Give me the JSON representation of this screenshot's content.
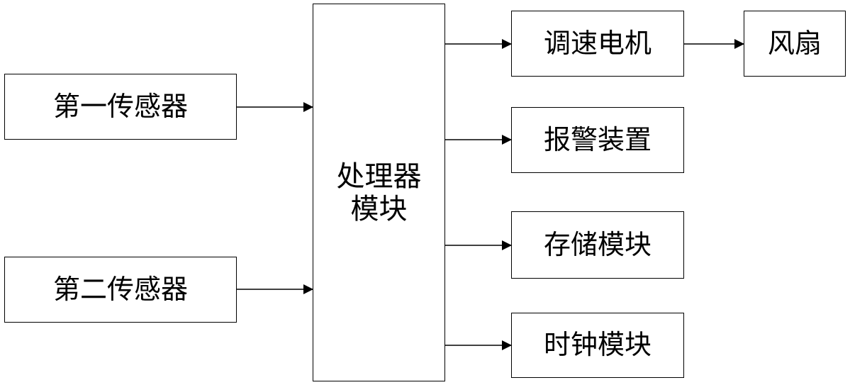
{
  "diagram": {
    "nodes": {
      "sensor1": "第一传感器",
      "sensor2": "第二传感器",
      "processor": "处理器\n模块",
      "motor": "调速电机",
      "fan": "风扇",
      "alarm": "报警装置",
      "storage": "存储模块",
      "clock": "时钟模块"
    },
    "edges": [
      [
        "sensor1",
        "processor"
      ],
      [
        "sensor2",
        "processor"
      ],
      [
        "processor",
        "motor"
      ],
      [
        "motor",
        "fan"
      ],
      [
        "processor",
        "alarm"
      ],
      [
        "processor",
        "storage"
      ],
      [
        "processor",
        "clock"
      ]
    ]
  }
}
